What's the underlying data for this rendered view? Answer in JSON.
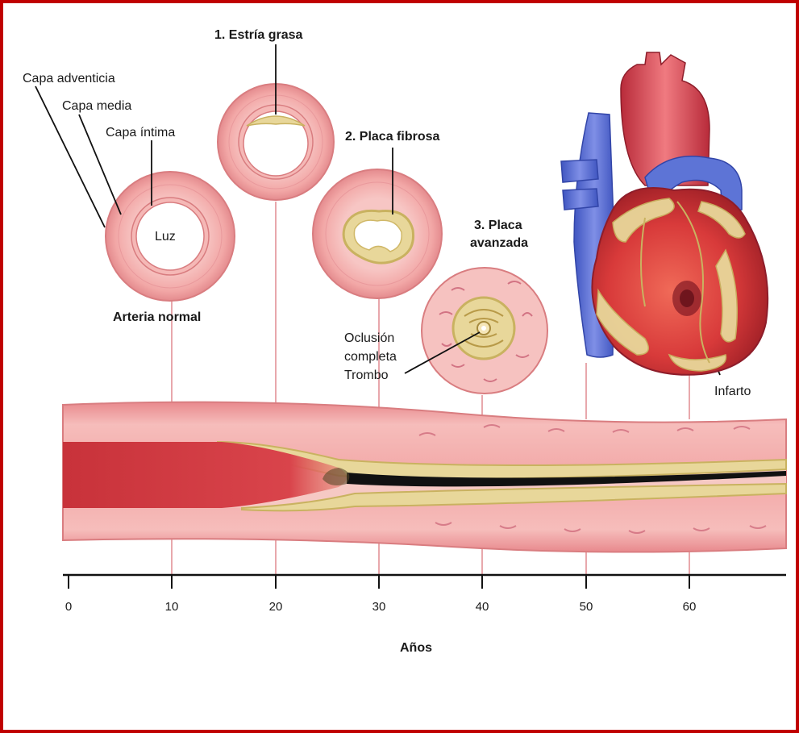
{
  "colors": {
    "frame": "#c00000",
    "artery_wall": "#f2a7a6",
    "artery_edge": "#d97d80",
    "blood": "#c8323a",
    "plaque": "#e8d79a",
    "plaque_dark": "#c9b260",
    "occlusion": "#111111",
    "heart_red": "#d83a3a",
    "vein_blue": "#5a6fd0"
  },
  "labels": {
    "adventicia": "Capa adventicia",
    "media": "Capa media",
    "intima": "Capa íntima",
    "luz": "Luz",
    "normal": "Arteria normal",
    "stage1": "1. Estría grasa",
    "stage2": "2. Placa fibrosa",
    "stage3_line1": "3. Placa",
    "stage3_line2": "avanzada",
    "occl_line1": "Oclusión",
    "occl_line2": "completa",
    "occl_line3": "Trombo",
    "infarto": "Infarto"
  },
  "axis": {
    "title": "Años",
    "ticks": [
      "0",
      "10",
      "20",
      "30",
      "40",
      "50",
      "60"
    ]
  }
}
